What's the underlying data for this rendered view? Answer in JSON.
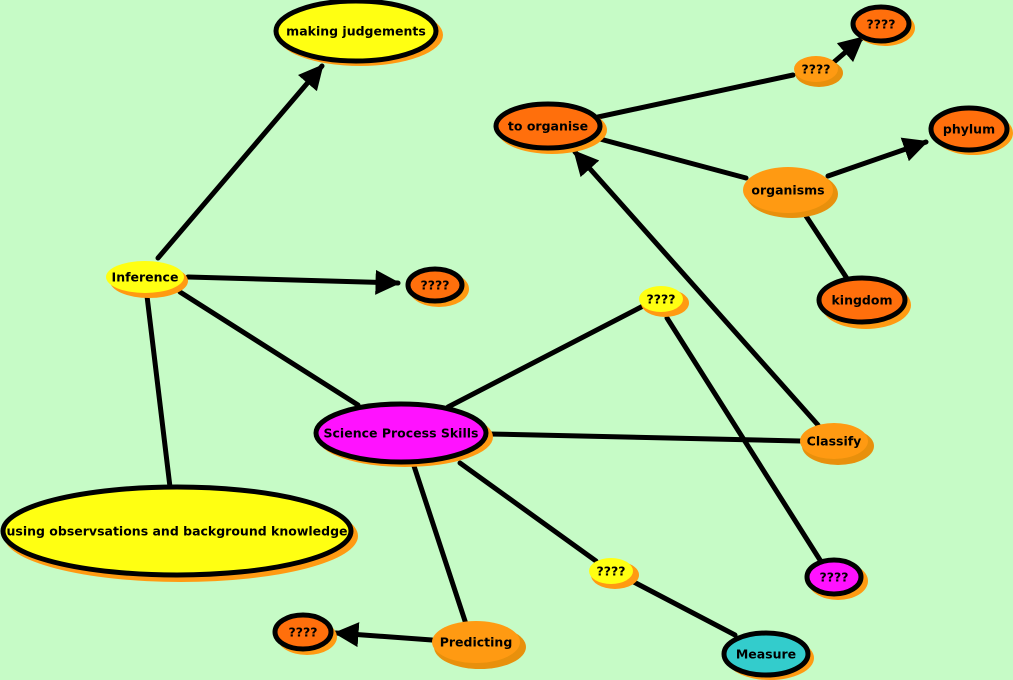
{
  "colors": {
    "background": "#c6fbc6",
    "yellow": "#ffff12",
    "orange_light": "#ff9a12",
    "orange_dark": "#ff6f0c",
    "magenta": "#ff12ff",
    "teal": "#33cccc",
    "shadow": "#e8900c",
    "edge": "#000000"
  },
  "nodes": {
    "making_judgements": "making judgements",
    "inference": "Inference",
    "inference_unknown": "????",
    "observations": "using observsations and background knowledge",
    "sps": "Science Process Skills",
    "sps_unknown_top": "????",
    "sps_unknown_mid": "????",
    "unknown_magenta": "????",
    "to_organise": "to organise",
    "organise_unknown_small": "????",
    "organise_unknown_top": "????",
    "organisms": "organisms",
    "phylum": "phylum",
    "kingdom": "kingdom",
    "classify": "Classify",
    "predicting": "Predicting",
    "predict_unknown": "????",
    "measure": "Measure"
  }
}
